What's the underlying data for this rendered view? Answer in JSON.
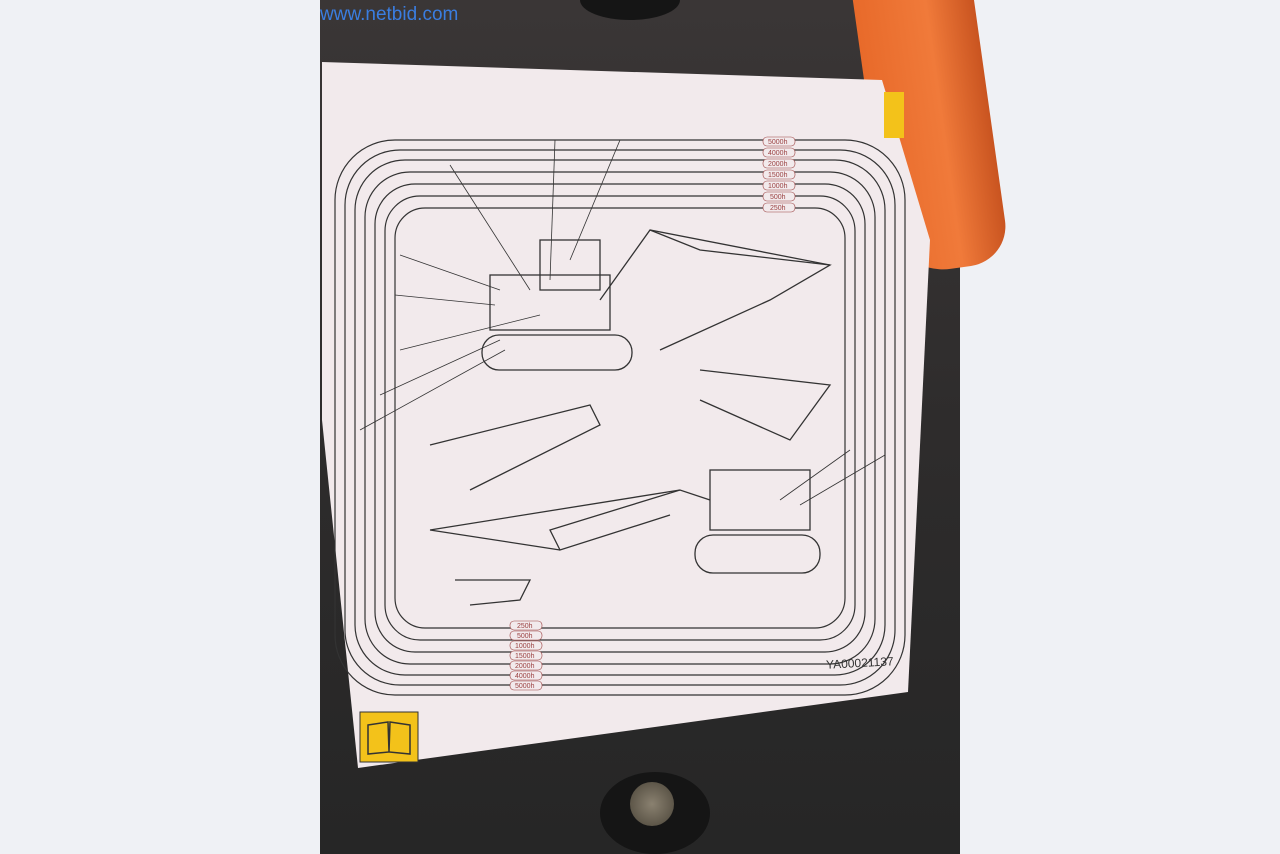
{
  "watermark": "www.netbid.com",
  "sticker": {
    "part_code": "YA00021137",
    "interval_labels_top": [
      "5000h",
      "4000h",
      "2000h",
      "1500h",
      "1000h",
      "500h",
      "250h"
    ],
    "interval_labels_bottom": [
      "250h",
      "500h",
      "1000h",
      "1500h",
      "2000h",
      "4000h",
      "5000h"
    ],
    "colors": {
      "sticker": "#f2eaec",
      "manual_icon": "#f3c21a",
      "machine_orange": "#ec7032"
    }
  }
}
